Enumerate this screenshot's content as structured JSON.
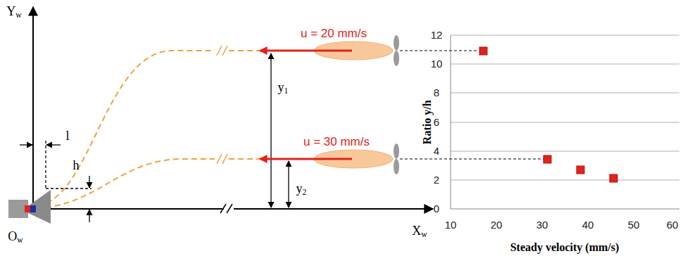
{
  "diagram": {
    "labels": [
      "Yw",
      "Xw",
      "Ow",
      "l",
      "h",
      "u = 20 mm/s",
      "u = 30 mm/s",
      "y1",
      "y2",
      "Ratio y/h",
      "Steady velocity (mm/s)",
      "12",
      "10",
      "8",
      "6",
      "4",
      "2",
      "0",
      "10",
      "20",
      "30",
      "40",
      "50",
      "60"
    ]
  }
}
